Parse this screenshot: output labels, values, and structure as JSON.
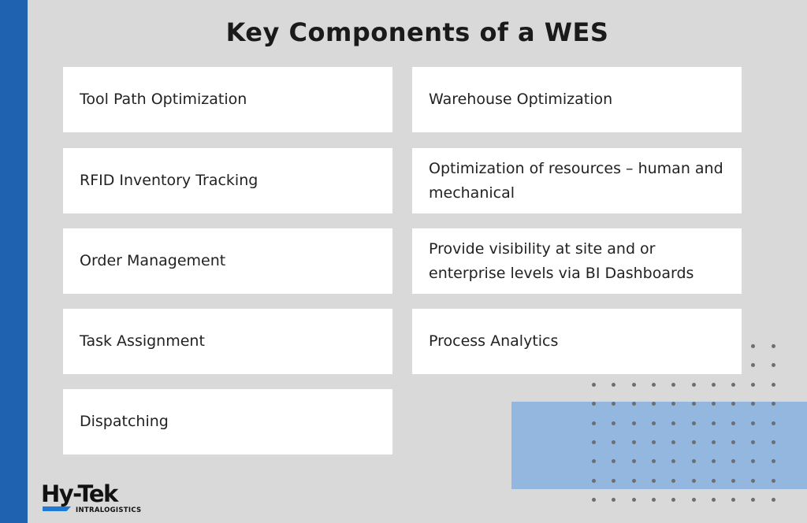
{
  "title": "Key Components of a WES",
  "left_items": [
    "Tool Path Optimization",
    "RFID Inventory Tracking",
    "Order Management",
    "Task Assignment",
    "Dispatching"
  ],
  "right_items": [
    "Warehouse Optimization",
    "Optimization of resources – human and mechanical",
    "Provide visibility at site and or enterprise levels via BI Dashboards",
    "Process Analytics"
  ],
  "logo": {
    "name": "Hy-Tek",
    "tagline": "INTRALOGISTICS"
  },
  "colors": {
    "sidebar": "#1f63b0",
    "accent_rect": "#94b7e0",
    "background": "#d9d9d9"
  }
}
